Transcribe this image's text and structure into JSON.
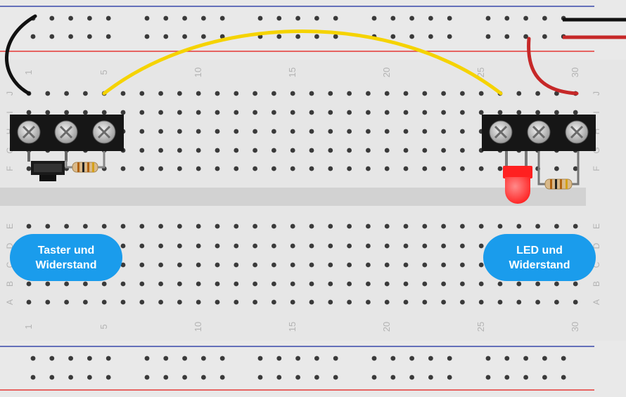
{
  "row_letters_top": [
    "J",
    "I",
    "H",
    "G",
    "F"
  ],
  "row_letters_bottom": [
    "E",
    "D",
    "C",
    "B",
    "A"
  ],
  "column_numbers": [
    "1",
    "5",
    "10",
    "15",
    "20",
    "25",
    "30"
  ],
  "labels": {
    "left_line1": "Taster und",
    "left_line2": "Widerstand",
    "right_line1": "LED und",
    "right_line2": "Widerstand"
  },
  "colors": {
    "board": "#e6e6e6",
    "hole": "#3a3a3a",
    "rail_red": "#e53935",
    "rail_blue": "#3949ab",
    "wire_yellow": "#f5d300",
    "wire_black": "#111111",
    "wire_red": "#c62828",
    "badge": "#1a9cec",
    "led": "#ff2a2a"
  },
  "components": {
    "button_icon": "pushbutton-icon",
    "resistor_icon": "resistor-icon",
    "led_icon": "red-led-icon",
    "terminal_icon": "screw-terminal-icon"
  }
}
